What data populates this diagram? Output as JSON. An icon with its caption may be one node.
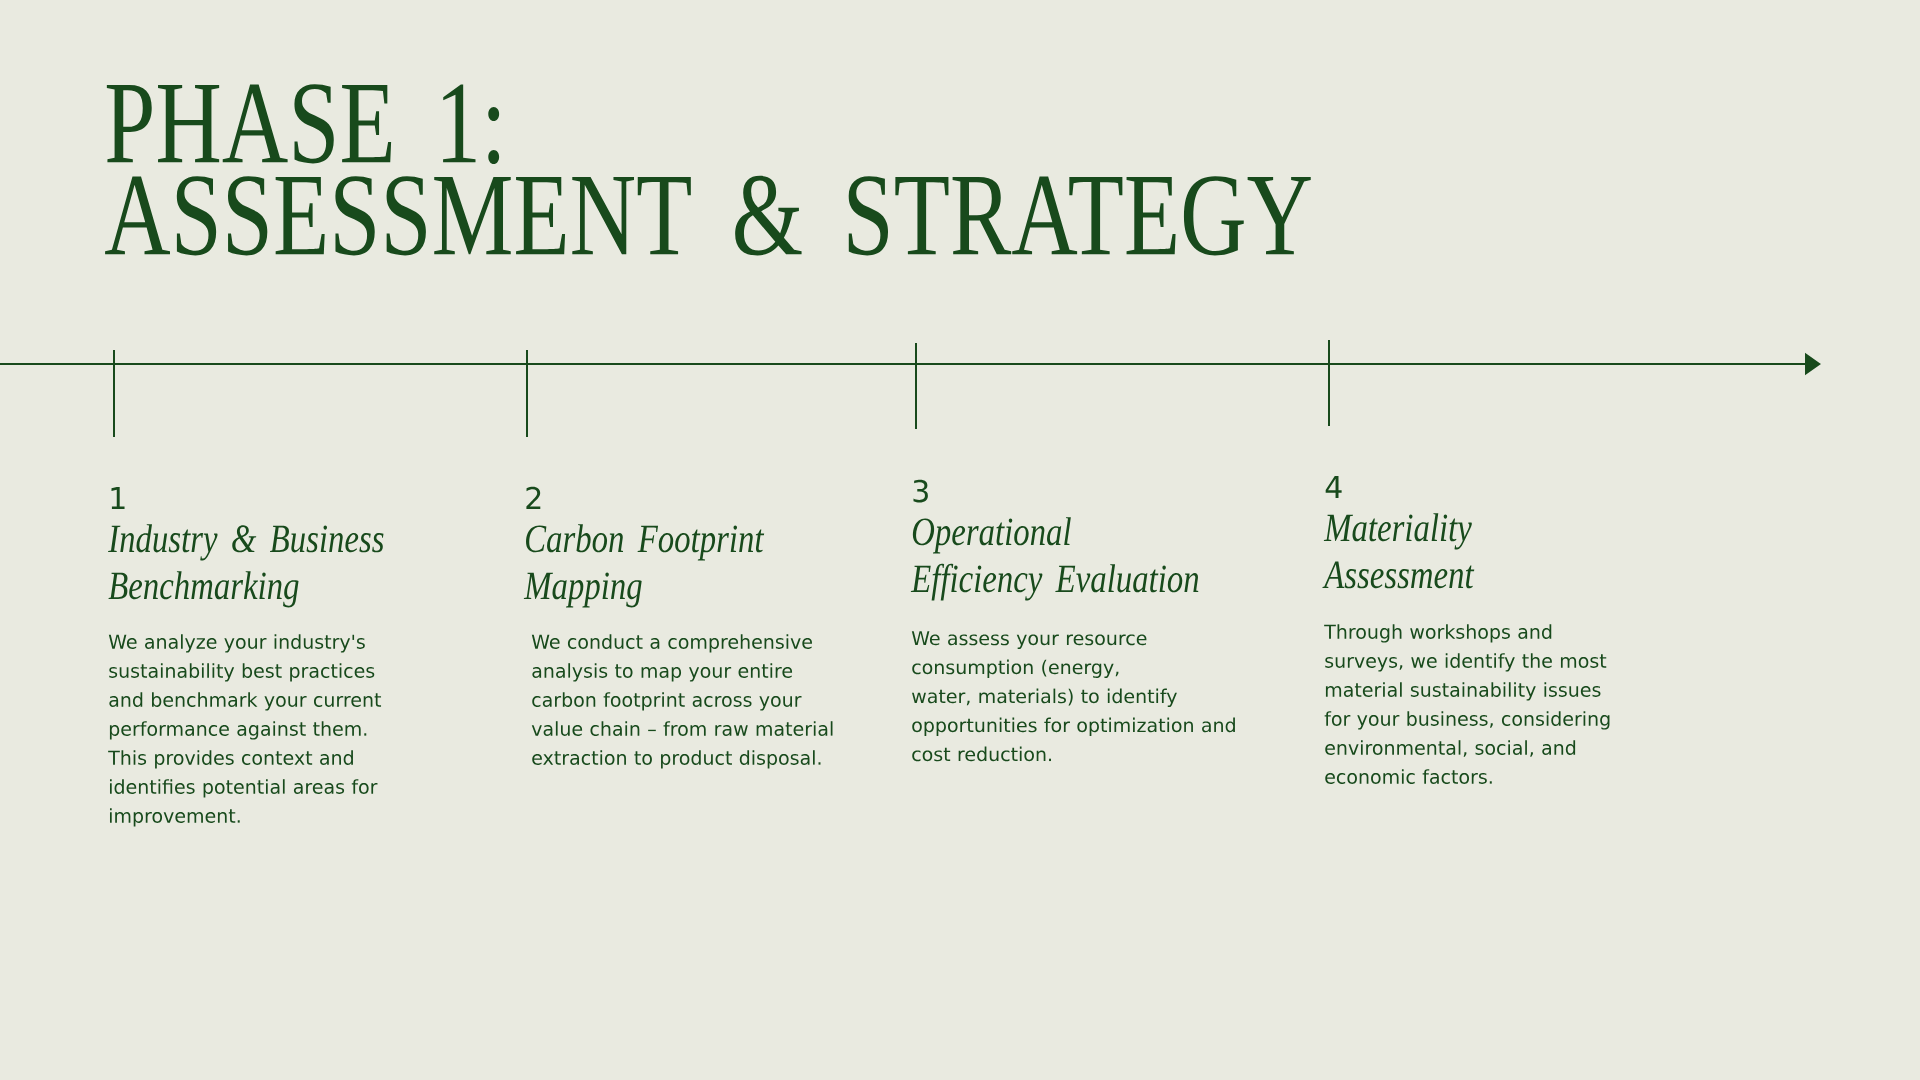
{
  "diagram": {
    "title": "PHASE 1: ASSESSMENT & STRATEGY",
    "labels": [
      "1",
      "Industry & Business Benchmarking",
      "We analyze your industry's sustainability best practices and benchmark your current performance against them. This provides context and identifies potential areas for improvement.",
      "2",
      "Carbon Footprint Mapping",
      "We conduct a comprehensive analysis to map your entire carbon footprint across your value chain – from raw material extraction to product disposal.",
      "3",
      "Operational Efficiency Evaluation",
      "We assess your resource consumption (energy, water, materials) to identify opportunities for optimization and cost reduction.",
      "4",
      "Materiality Assessment",
      "Through workshops and surveys, we identify the most material sustainability issues for your business, considering environmental, social, and economic factors."
    ]
  }
}
